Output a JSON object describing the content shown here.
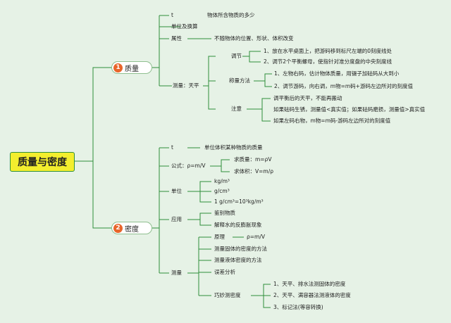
{
  "root": "质量与密度",
  "colors": {
    "line": "#2f8f3a",
    "accent": "#e8652a",
    "root_bg": "#f3ee2e"
  },
  "mass": {
    "num": "1",
    "label": "质量",
    "items": {
      "t": "t",
      "def": "物体所含物质的多少",
      "unit": "单位及换算",
      "prop": "属性",
      "prop_desc": "不随物体的位置、形状、体积改变",
      "measure": "测量：天平",
      "adjust": "调节",
      "adjust1": "1、放在水平桌面上，把游码移到标尺左端的0刻度线处",
      "adjust2": "2、调节2个平衡螺母，使指针对准分度盘的中央刻度线",
      "weigh": "称量方法",
      "weigh1": "1、左物右码，估计物体质量，用镊子加砝码从大到小",
      "weigh2": "2、调节游码，向右调，m物=m码+游码左边所对的刻度值",
      "note": "注意",
      "note1": "调平衡后的天平，不能再搬动",
      "note2": "如果砝码生锈，测量值<真实值；如果砝码磨损，测量值>真实值",
      "note3": "如果左码右物，m物=m码-游码左边所对的刻度值"
    }
  },
  "density": {
    "num": "2",
    "label": "密度",
    "items": {
      "t": "t",
      "def": "单位体积某种物质的质量",
      "formula": "公式：ρ=m/V",
      "f_mass": "求质量：m=ρV",
      "f_vol": "求体积：V=m/ρ",
      "unit": "单位",
      "unit1": "kg/m³",
      "unit2": "g/cm³",
      "unit3": "1 g/cm³=10³kg/m³",
      "apply": "应用",
      "apply1": "鉴别物质",
      "apply2": "解释水的反膨胀现象",
      "measure": "测量",
      "principle": "原理",
      "principle_val": "ρ=m/V",
      "m1": "测量固体的密度的方法",
      "m2": "测量液体密度的方法",
      "m3": "误差分析",
      "clever": "巧妙测密度",
      "c1": "1、天平、排水法测固体的密度",
      "c2": "2、天平、满容器法测液体的密度",
      "c3": "3、标记法(等容转换)"
    }
  }
}
